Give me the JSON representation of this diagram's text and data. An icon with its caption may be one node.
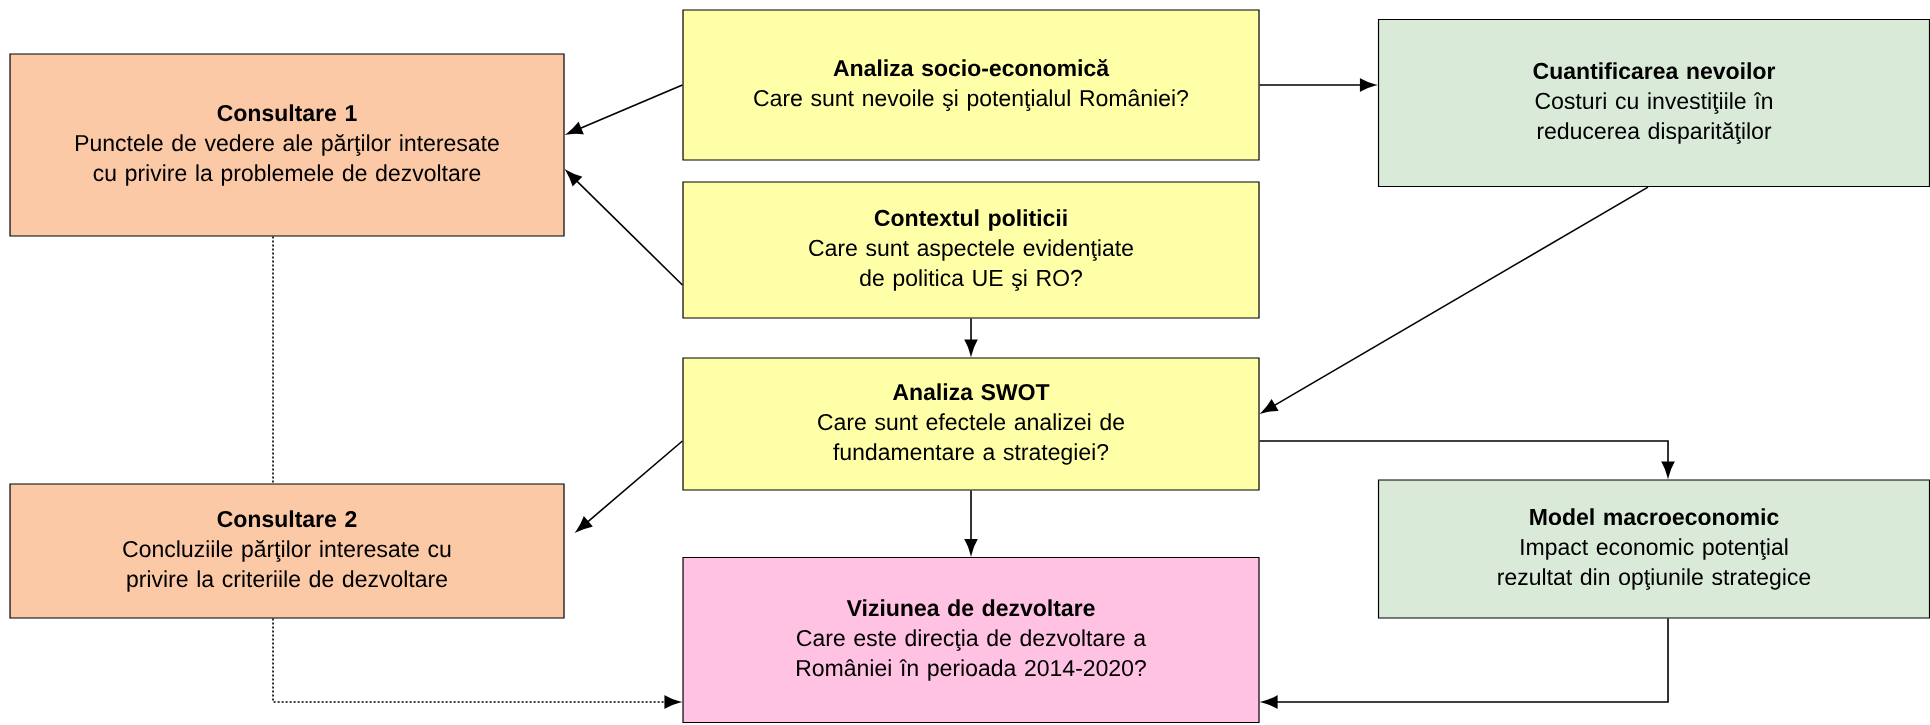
{
  "diagram": {
    "nodes": [
      {
        "text": [
          "Analiza socio-economică",
          "Care sunt nevoile şi potenţialul României?"
        ]
      },
      {
        "text": [
          "Cuantificarea nevoilor",
          "Costuri cu investiţiile în reducerea disparităţilor"
        ]
      },
      {
        "text": [
          "Consultare 1",
          "Punctele de vedere ale părţilor interesate cu privire la problemele de dezvoltare"
        ]
      },
      {
        "text": [
          "Contextul politicii",
          "Care sunt aspectele evidenţiate de politica UE şi RO?"
        ]
      },
      {
        "text": [
          "Analiza SWOT",
          "Care sunt efectele analizei de fundamentare a strategiei?"
        ]
      },
      {
        "text": [
          "Consultare 2",
          "Concluziile părţilor interesate cu privire la criteriile de dezvoltare"
        ]
      },
      {
        "text": [
          "Model macroeconomic",
          "Impact economic potenţial rezultat din opţiunile strategice"
        ]
      },
      {
        "text": [
          "Viziunea de dezvoltare",
          "Care este direcţia de dezvoltare a României în perioada 2014-2020?"
        ]
      }
    ],
    "edges": [
      {
        "from": 0,
        "to": 2,
        "arrow": "to"
      },
      {
        "from": 3,
        "to": 2,
        "arrow": "to"
      },
      {
        "from": 0,
        "to": 1,
        "arrow": "to"
      },
      {
        "from": 1,
        "to": 4,
        "arrow": "to"
      },
      {
        "from": 3,
        "to": 4,
        "arrow": "to"
      },
      {
        "from": 4,
        "to": 5,
        "arrow": "to"
      },
      {
        "from": 4,
        "to": 7,
        "arrow": "to"
      },
      {
        "from": 4,
        "to": 6,
        "arrow": "to"
      },
      {
        "from": 6,
        "to": 7,
        "arrow": "to"
      },
      {
        "from": 2,
        "to": 5,
        "arrow": "none",
        "style": "dashed"
      },
      {
        "from": 5,
        "to": 7,
        "arrow": "to",
        "style": "dashed"
      }
    ]
  }
}
